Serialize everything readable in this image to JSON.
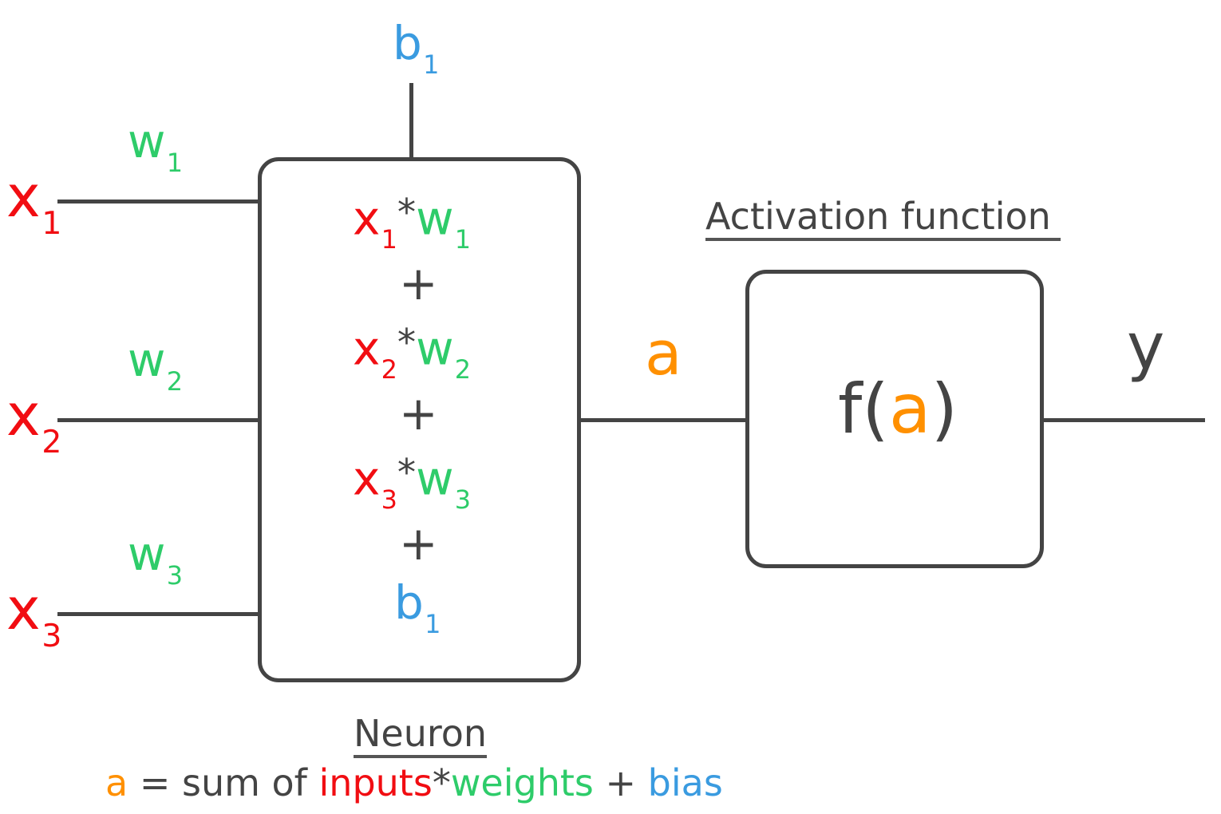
{
  "colors": {
    "input": "#f10d12",
    "weight": "#2ecc6a",
    "bias": "#3a9be0",
    "activation_input": "#ff9000",
    "text": "#444444"
  },
  "inputs": [
    {
      "symbol": "x",
      "sub": "1"
    },
    {
      "symbol": "x",
      "sub": "2"
    },
    {
      "symbol": "x",
      "sub": "3"
    }
  ],
  "weights": [
    {
      "symbol": "w",
      "sub": "1"
    },
    {
      "symbol": "w",
      "sub": "2"
    },
    {
      "symbol": "w",
      "sub": "3"
    }
  ],
  "bias": {
    "symbol": "b",
    "sub": "1"
  },
  "neuron": {
    "title": "Neuron",
    "terms": [
      {
        "x": "x",
        "xsub": "1",
        "op": "*",
        "w": "w",
        "wsub": "1"
      },
      {
        "x": "x",
        "xsub": "2",
        "op": "*",
        "w": "w",
        "wsub": "2"
      },
      {
        "x": "x",
        "xsub": "3",
        "op": "*",
        "w": "w",
        "wsub": "3"
      }
    ],
    "plus": "+",
    "bias": {
      "symbol": "b",
      "sub": "1"
    }
  },
  "sum_label": "a",
  "activation": {
    "title": "Activation function",
    "f": "f(",
    "arg": "a",
    "close": ")"
  },
  "output_label": "y",
  "formula": {
    "a": "a",
    "eq": " = sum of ",
    "inputs": "inputs",
    "star": "*",
    "weights": "weights",
    "plus": " + ",
    "bias": "bias"
  }
}
